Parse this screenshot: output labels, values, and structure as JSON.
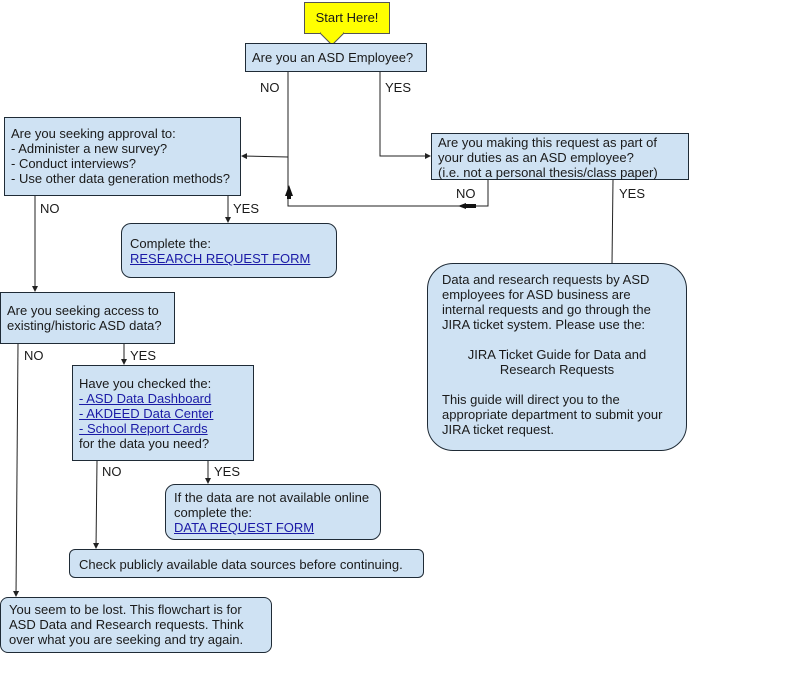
{
  "start": {
    "label": "Start Here!"
  },
  "q_employee": {
    "text": "Are you an ASD Employee?"
  },
  "q_duties": {
    "lines": [
      "Are you making this request as part of",
      "your duties as an ASD employee?",
      "(i.e. not a personal thesis/class paper)"
    ]
  },
  "q_approval": {
    "lines": [
      "Are you seeking approval to:",
      "- Administer a new survey?",
      "- Conduct interviews?",
      "- Use other data generation methods?"
    ]
  },
  "research_form": {
    "intro": "Complete the:",
    "link": "RESEARCH REQUEST FORM"
  },
  "internal": {
    "p1": [
      "Data and research requests by ASD",
      "employees for ASD business are",
      "internal requests and go through the",
      "JIRA ticket system. Please use the:"
    ],
    "guide": [
      "JIRA Ticket Guide for Data and",
      "Research Requests"
    ],
    "p2": [
      "This guide will direct you to the",
      "appropriate department to submit your",
      "JIRA ticket request."
    ]
  },
  "q_access": {
    "lines": [
      "Are you seeking access to",
      "existing/historic ASD data?"
    ]
  },
  "q_checked": {
    "intro": "Have you checked the:",
    "links": [
      "- ASD Data Dashboard",
      "- AKDEED Data Center",
      "- School Report Cards"
    ],
    "outro": "for the data you need?"
  },
  "data_form": {
    "lines": [
      "If the data are not available online",
      "complete the:"
    ],
    "link": "DATA REQUEST FORM"
  },
  "check_public": {
    "text": "Check publicly available data sources before continuing."
  },
  "lost": {
    "lines": [
      "You seem to be lost. This flowchart is for",
      "ASD Data and Research requests. Think",
      "over what you are seeking and try again."
    ]
  },
  "labels": {
    "no": "NO",
    "yes": "YES"
  }
}
